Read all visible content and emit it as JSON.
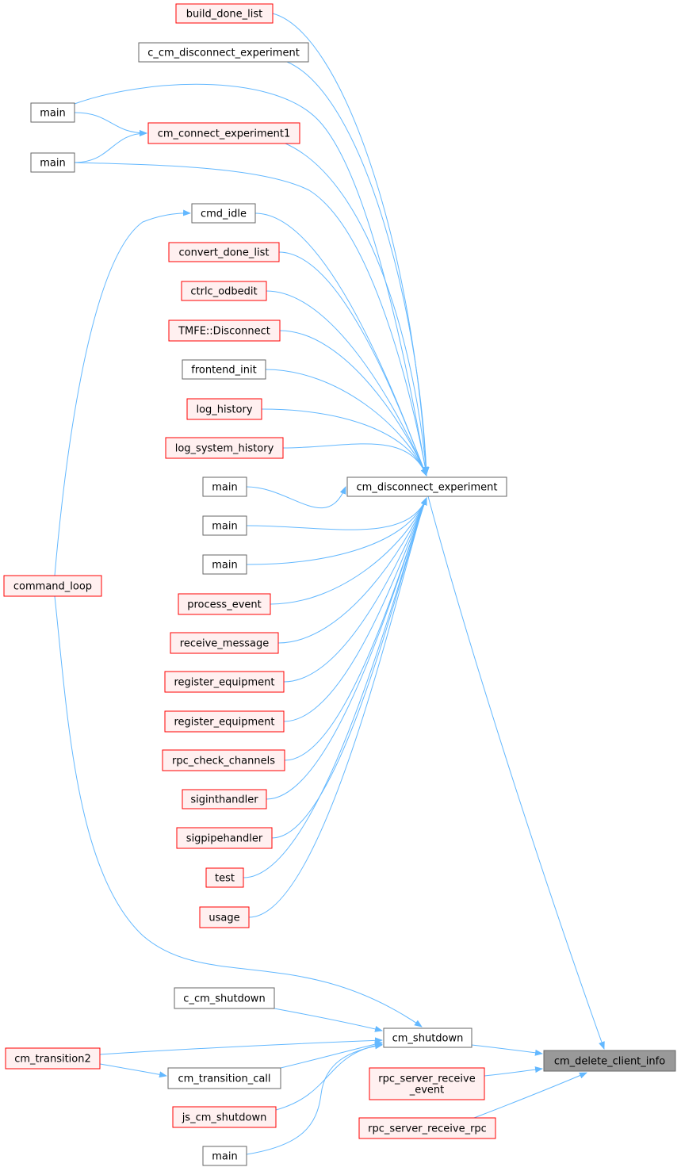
{
  "colors": {
    "edge": "#63b8ff",
    "normal_border": "#666666",
    "normal_fill": "#ffffff",
    "red_border": "#ff0000",
    "red_fill": "#fff0f0",
    "target_fill": "#999999",
    "target_border": "#666666"
  },
  "nodes": [
    {
      "id": "n_build_done_list",
      "label": "build_done_list",
      "style": "red"
    },
    {
      "id": "n_c_cm_disconnect_experiment",
      "label": "c_cm_disconnect_experiment",
      "style": "normal"
    },
    {
      "id": "n_main_a",
      "label": "main",
      "style": "normal"
    },
    {
      "id": "n_cm_connect_experiment1",
      "label": "cm_connect_experiment1",
      "style": "red"
    },
    {
      "id": "n_main_b",
      "label": "main",
      "style": "normal"
    },
    {
      "id": "n_cmd_idle",
      "label": "cmd_idle",
      "style": "normal"
    },
    {
      "id": "n_convert_done_list",
      "label": "convert_done_list",
      "style": "red"
    },
    {
      "id": "n_ctrlc_odbedit",
      "label": "ctrlc_odbedit",
      "style": "red"
    },
    {
      "id": "n_tmfe_disconnect",
      "label": "TMFE::Disconnect",
      "style": "red"
    },
    {
      "id": "n_frontend_init",
      "label": "frontend_init",
      "style": "normal"
    },
    {
      "id": "n_log_history",
      "label": "log_history",
      "style": "red"
    },
    {
      "id": "n_log_system_history",
      "label": "log_system_history",
      "style": "red"
    },
    {
      "id": "n_main_c",
      "label": "main",
      "style": "normal"
    },
    {
      "id": "n_main_d",
      "label": "main",
      "style": "normal"
    },
    {
      "id": "n_main_e",
      "label": "main",
      "style": "normal"
    },
    {
      "id": "n_process_event",
      "label": "process_event",
      "style": "red"
    },
    {
      "id": "n_receive_message",
      "label": "receive_message",
      "style": "red"
    },
    {
      "id": "n_register_equipment_a",
      "label": "register_equipment",
      "style": "red"
    },
    {
      "id": "n_register_equipment_b",
      "label": "register_equipment",
      "style": "red"
    },
    {
      "id": "n_rpc_check_channels",
      "label": "rpc_check_channels",
      "style": "red"
    },
    {
      "id": "n_siginthandler",
      "label": "siginthandler",
      "style": "red"
    },
    {
      "id": "n_sigpipehandler",
      "label": "sigpipehandler",
      "style": "red"
    },
    {
      "id": "n_test",
      "label": "test",
      "style": "red"
    },
    {
      "id": "n_usage",
      "label": "usage",
      "style": "red"
    },
    {
      "id": "n_command_loop",
      "label": "command_loop",
      "style": "red"
    },
    {
      "id": "n_cm_disconnect_experiment",
      "label": "cm_disconnect_experiment",
      "style": "normal"
    },
    {
      "id": "n_c_cm_shutdown",
      "label": "c_cm_shutdown",
      "style": "normal"
    },
    {
      "id": "n_cm_shutdown",
      "label": "cm_shutdown",
      "style": "normal"
    },
    {
      "id": "n_cm_transition2",
      "label": "cm_transition2",
      "style": "red"
    },
    {
      "id": "n_cm_transition_call",
      "label": "cm_transition_call",
      "style": "normal"
    },
    {
      "id": "n_js_cm_shutdown",
      "label": "js_cm_shutdown",
      "style": "red"
    },
    {
      "id": "n_main_f",
      "label": "main",
      "style": "normal"
    },
    {
      "id": "n_rpc_server_receive_event",
      "label": "rpc_server_receive\n_event",
      "style": "red"
    },
    {
      "id": "n_rpc_server_receive_rpc",
      "label": "rpc_server_receive_rpc",
      "style": "red"
    },
    {
      "id": "n_cm_delete_client_info",
      "label": "cm_delete_client_info",
      "style": "target"
    }
  ],
  "edges": [
    {
      "from": "n_build_done_list",
      "to": "n_cm_disconnect_experiment"
    },
    {
      "from": "n_c_cm_disconnect_experiment",
      "to": "n_cm_disconnect_experiment"
    },
    {
      "from": "n_main_a",
      "to": "n_cm_disconnect_experiment"
    },
    {
      "from": "n_main_a",
      "to": "n_cm_connect_experiment1"
    },
    {
      "from": "n_main_b",
      "to": "n_cm_connect_experiment1"
    },
    {
      "from": "n_cm_connect_experiment1",
      "to": "n_cm_disconnect_experiment"
    },
    {
      "from": "n_main_b",
      "to": "n_cm_disconnect_experiment"
    },
    {
      "from": "n_cmd_idle",
      "to": "n_cm_disconnect_experiment"
    },
    {
      "from": "n_command_loop",
      "to": "n_cmd_idle"
    },
    {
      "from": "n_command_loop",
      "to": "n_cm_shutdown"
    },
    {
      "from": "n_convert_done_list",
      "to": "n_cm_disconnect_experiment"
    },
    {
      "from": "n_ctrlc_odbedit",
      "to": "n_cm_disconnect_experiment"
    },
    {
      "from": "n_tmfe_disconnect",
      "to": "n_cm_disconnect_experiment"
    },
    {
      "from": "n_frontend_init",
      "to": "n_cm_disconnect_experiment"
    },
    {
      "from": "n_log_history",
      "to": "n_cm_disconnect_experiment"
    },
    {
      "from": "n_log_system_history",
      "to": "n_cm_disconnect_experiment"
    },
    {
      "from": "n_main_c",
      "to": "n_cm_disconnect_experiment"
    },
    {
      "from": "n_main_d",
      "to": "n_cm_disconnect_experiment"
    },
    {
      "from": "n_main_e",
      "to": "n_cm_disconnect_experiment"
    },
    {
      "from": "n_process_event",
      "to": "n_cm_disconnect_experiment"
    },
    {
      "from": "n_receive_message",
      "to": "n_cm_disconnect_experiment"
    },
    {
      "from": "n_register_equipment_a",
      "to": "n_cm_disconnect_experiment"
    },
    {
      "from": "n_register_equipment_b",
      "to": "n_cm_disconnect_experiment"
    },
    {
      "from": "n_rpc_check_channels",
      "to": "n_cm_disconnect_experiment"
    },
    {
      "from": "n_siginthandler",
      "to": "n_cm_disconnect_experiment"
    },
    {
      "from": "n_sigpipehandler",
      "to": "n_cm_disconnect_experiment"
    },
    {
      "from": "n_test",
      "to": "n_cm_disconnect_experiment"
    },
    {
      "from": "n_usage",
      "to": "n_cm_disconnect_experiment"
    },
    {
      "from": "n_cm_disconnect_experiment",
      "to": "n_cm_delete_client_info"
    },
    {
      "from": "n_c_cm_shutdown",
      "to": "n_cm_shutdown"
    },
    {
      "from": "n_cm_transition2",
      "to": "n_cm_shutdown"
    },
    {
      "from": "n_cm_transition2",
      "to": "n_cm_transition_call"
    },
    {
      "from": "n_cm_transition_call",
      "to": "n_cm_shutdown"
    },
    {
      "from": "n_js_cm_shutdown",
      "to": "n_cm_shutdown"
    },
    {
      "from": "n_main_f",
      "to": "n_cm_shutdown"
    },
    {
      "from": "n_cm_shutdown",
      "to": "n_cm_delete_client_info"
    },
    {
      "from": "n_rpc_server_receive_event",
      "to": "n_cm_delete_client_info"
    },
    {
      "from": "n_rpc_server_receive_rpc",
      "to": "n_cm_delete_client_info"
    }
  ]
}
